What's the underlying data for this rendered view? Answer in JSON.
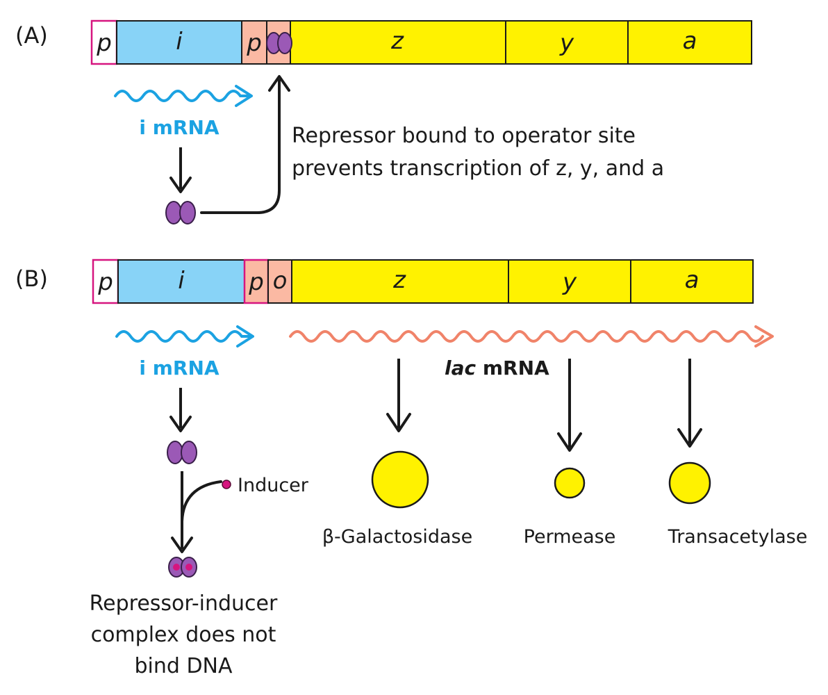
{
  "colors": {
    "gene_yellow": "#FFF200",
    "gene_blue": "#88D3F7",
    "promoter_pink": "#FBB9A3",
    "border_magenta": "#D6157F",
    "repressor_purple": "#9B59B6",
    "mrna_blue": "#1BA2E2",
    "lac_mrna_salmon": "#F08369",
    "inducer_magenta": "#D6157F"
  },
  "panel_a": {
    "label": "(A)",
    "genes": {
      "p_i": "p",
      "i": "i",
      "p_lac": "p",
      "z": "z",
      "y": "y",
      "a": "a"
    },
    "i_mrna": "i mRNA",
    "caption_line1": "Repressor bound to operator site",
    "caption_line2": "prevents transcription of z, y, and a"
  },
  "panel_b": {
    "label": "(B)",
    "genes": {
      "p_i": "p",
      "i": "i",
      "p_lac": "p",
      "o": "o",
      "z": "z",
      "y": "y",
      "a": "a"
    },
    "i_mrna": "i mRNA",
    "lac_mrna_italic": "lac",
    "lac_mrna_rest": " mRNA",
    "inducer": "Inducer",
    "complex_line1": "Repressor-inducer",
    "complex_line2": "complex does not",
    "complex_line3": "bind DNA",
    "proteins": [
      "β-Galactosidase",
      "Permease",
      "Transacetylase"
    ]
  }
}
